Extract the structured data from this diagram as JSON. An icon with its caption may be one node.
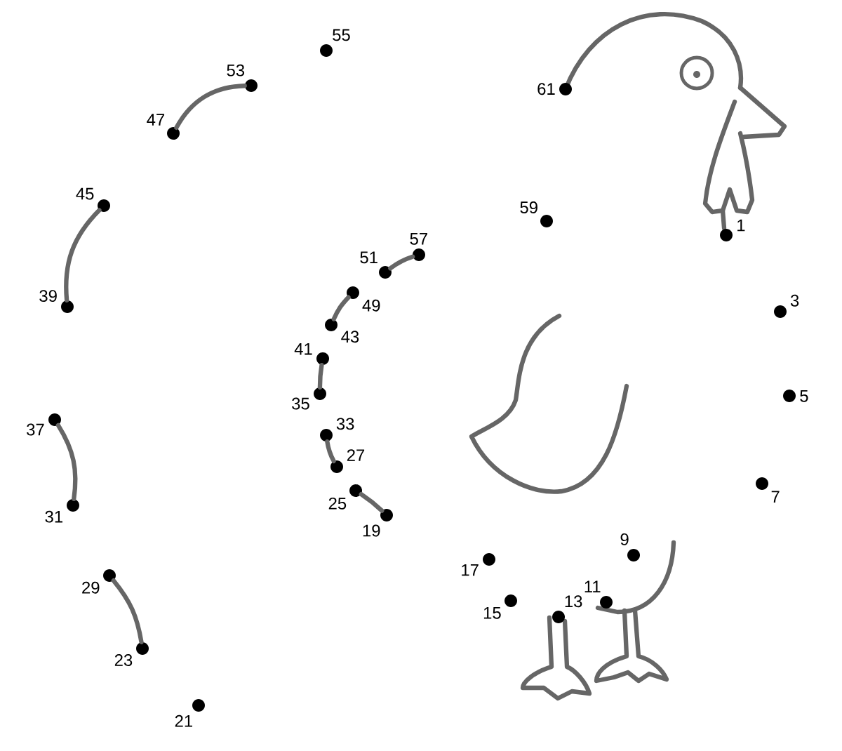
{
  "diagram": {
    "nodes": [
      {
        "text": [
          "1"
        ]
      },
      {
        "text": [
          "3"
        ]
      },
      {
        "text": [
          "5"
        ]
      },
      {
        "text": [
          "7"
        ]
      },
      {
        "text": [
          "9"
        ]
      },
      {
        "text": [
          "11"
        ]
      },
      {
        "text": [
          "13"
        ]
      },
      {
        "text": [
          "15"
        ]
      },
      {
        "text": [
          "17"
        ]
      },
      {
        "text": [
          "19"
        ]
      },
      {
        "text": [
          "21"
        ]
      },
      {
        "text": [
          "23"
        ]
      },
      {
        "text": [
          "25"
        ]
      },
      {
        "text": [
          "27"
        ]
      },
      {
        "text": [
          "29"
        ]
      },
      {
        "text": [
          "31"
        ]
      },
      {
        "text": [
          "33"
        ]
      },
      {
        "text": [
          "35"
        ]
      },
      {
        "text": [
          "37"
        ]
      },
      {
        "text": [
          "39"
        ]
      },
      {
        "text": [
          "41"
        ]
      },
      {
        "text": [
          "43"
        ]
      },
      {
        "text": [
          "45"
        ]
      },
      {
        "text": [
          "47"
        ]
      },
      {
        "text": [
          "49"
        ]
      },
      {
        "text": [
          "51"
        ]
      },
      {
        "text": [
          "53"
        ]
      },
      {
        "text": [
          "55"
        ]
      },
      {
        "text": [
          "57"
        ]
      },
      {
        "text": [
          "59"
        ]
      },
      {
        "text": [
          "61"
        ]
      }
    ],
    "edges": [
      {
        "from": 23,
        "to": 26,
        "arrow": "none"
      },
      {
        "from": 22,
        "to": 19,
        "arrow": "none"
      },
      {
        "from": 25,
        "to": 28,
        "arrow": "none"
      },
      {
        "from": 24,
        "to": 21,
        "arrow": "none"
      },
      {
        "from": 20,
        "to": 17,
        "arrow": "none"
      },
      {
        "from": 16,
        "to": 13,
        "arrow": "none"
      },
      {
        "from": 12,
        "to": 9,
        "arrow": "none"
      },
      {
        "from": 18,
        "to": 15,
        "arrow": "none"
      },
      {
        "from": 14,
        "to": 11,
        "arrow": "none"
      }
    ]
  }
}
